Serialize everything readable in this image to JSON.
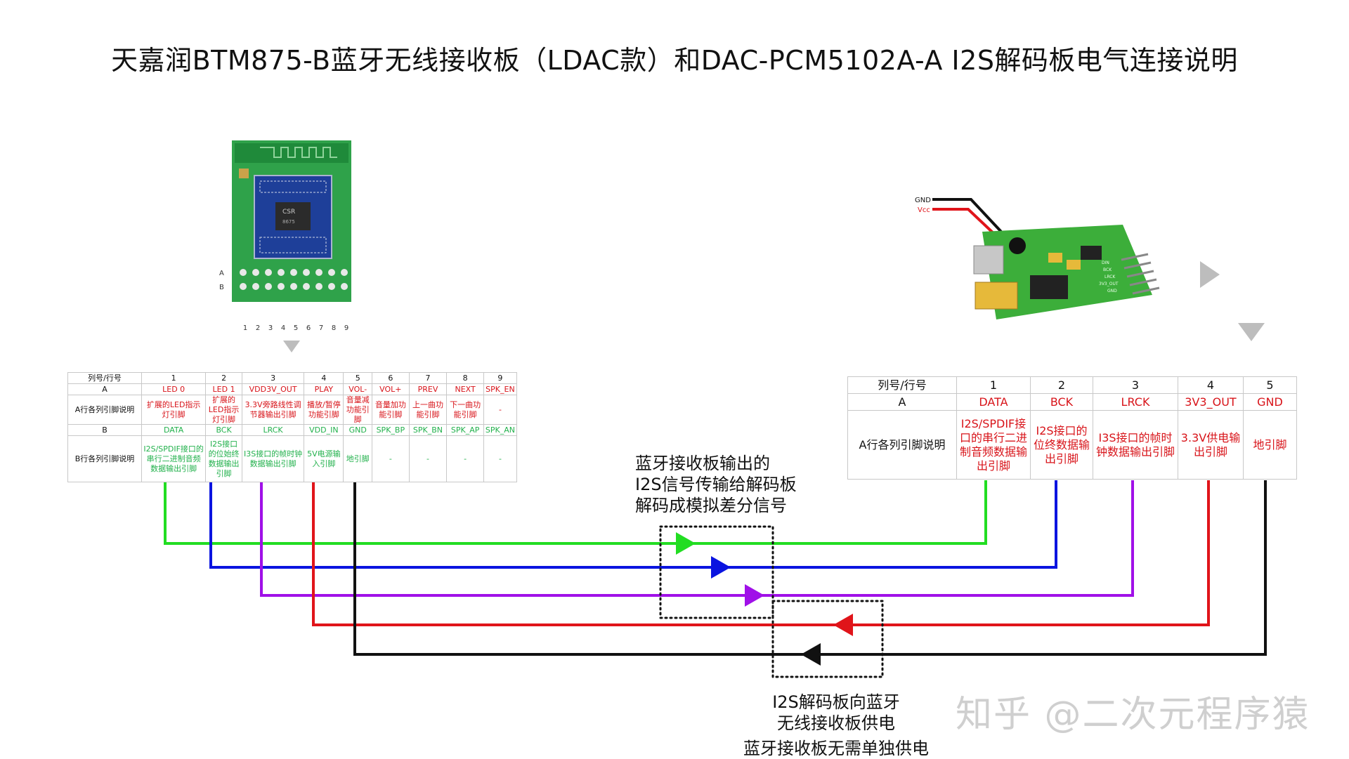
{
  "title": "天嘉润BTM875-B蓝牙无线接收板（LDAC款）和DAC-PCM5102A-A I2S解码板电气连接说明",
  "left_board": {
    "row_labels": [
      "A",
      "B"
    ],
    "col_numbers": [
      "1",
      "2",
      "3",
      "4",
      "5",
      "6",
      "7",
      "8",
      "9"
    ],
    "chip_text": [
      "CSR",
      "8675"
    ]
  },
  "right_board": {
    "gnd_wire_label": "GND",
    "vcc_wire_label": "Vcc",
    "header_labels": [
      "DIN",
      "BCK",
      "LRCK",
      "3V3_OUT",
      "GND"
    ]
  },
  "left_table": {
    "corner": "列号/行号",
    "cols": [
      "1",
      "2",
      "3",
      "4",
      "5",
      "6",
      "7",
      "8",
      "9"
    ],
    "row_a_label": "A",
    "row_a_names": [
      "LED 0",
      "LED 1",
      "VDD3V_OUT",
      "PLAY",
      "VOL-",
      "VOL+",
      "PREV",
      "NEXT",
      "SPK_EN"
    ],
    "row_a_desc_label": "A行各列引脚说明",
    "row_a_desc": [
      "扩展的LED指示灯引脚",
      "扩展的LED指示灯引脚",
      "3.3V旁路线性调节器输出引脚",
      "播放/暂停功能引脚",
      "音量减功能引脚",
      "音量加功能引脚",
      "上一曲功能引脚",
      "下一曲功能引脚",
      "-"
    ],
    "row_b_label": "B",
    "row_b_names": [
      "DATA",
      "BCK",
      "LRCK",
      "VDD_IN",
      "GND",
      "SPK_BP",
      "SPK_BN",
      "SPK_AP",
      "SPK_AN"
    ],
    "row_b_desc_label": "B行各列引脚说明",
    "row_b_desc": [
      "I2S/SPDIF接口的串行二进制音频数据输出引脚",
      "I2S接口的位始终数据输出引脚",
      "I3S接口的帧时钟数据输出引脚",
      "5V电源输入引脚",
      "地引脚",
      "-",
      "-",
      "-",
      "-"
    ]
  },
  "right_table": {
    "corner": "列号/行号",
    "cols": [
      "1",
      "2",
      "3",
      "4",
      "5"
    ],
    "row_a_label": "A",
    "row_a_names": [
      "DATA",
      "BCK",
      "LRCK",
      "3V3_OUT",
      "GND"
    ],
    "row_a_desc_label": "A行各列引脚说明",
    "row_a_desc": [
      "I2S/SPDIF接口的串行二进制音频数据输出引脚",
      "I2S接口的位终数据输出引脚",
      "I3S接口的帧时钟数据输出引脚",
      "3.3V供电输出引脚",
      "地引脚"
    ]
  },
  "annotation_signal": [
    "蓝牙接收板输出的",
    "I2S信号传输给解码板",
    "解码成模拟差分信号"
  ],
  "annotation_power": [
    "I2S解码板向蓝牙",
    "无线接收板供电",
    "蓝牙接收板无需单独供电"
  ],
  "watermark": "知乎 @二次元程序猿",
  "wire_colors": {
    "data": "#22dd22",
    "bck": "#0a14e0",
    "lrck": "#a010e8",
    "power": "#e0141a",
    "gnd": "#111111"
  }
}
